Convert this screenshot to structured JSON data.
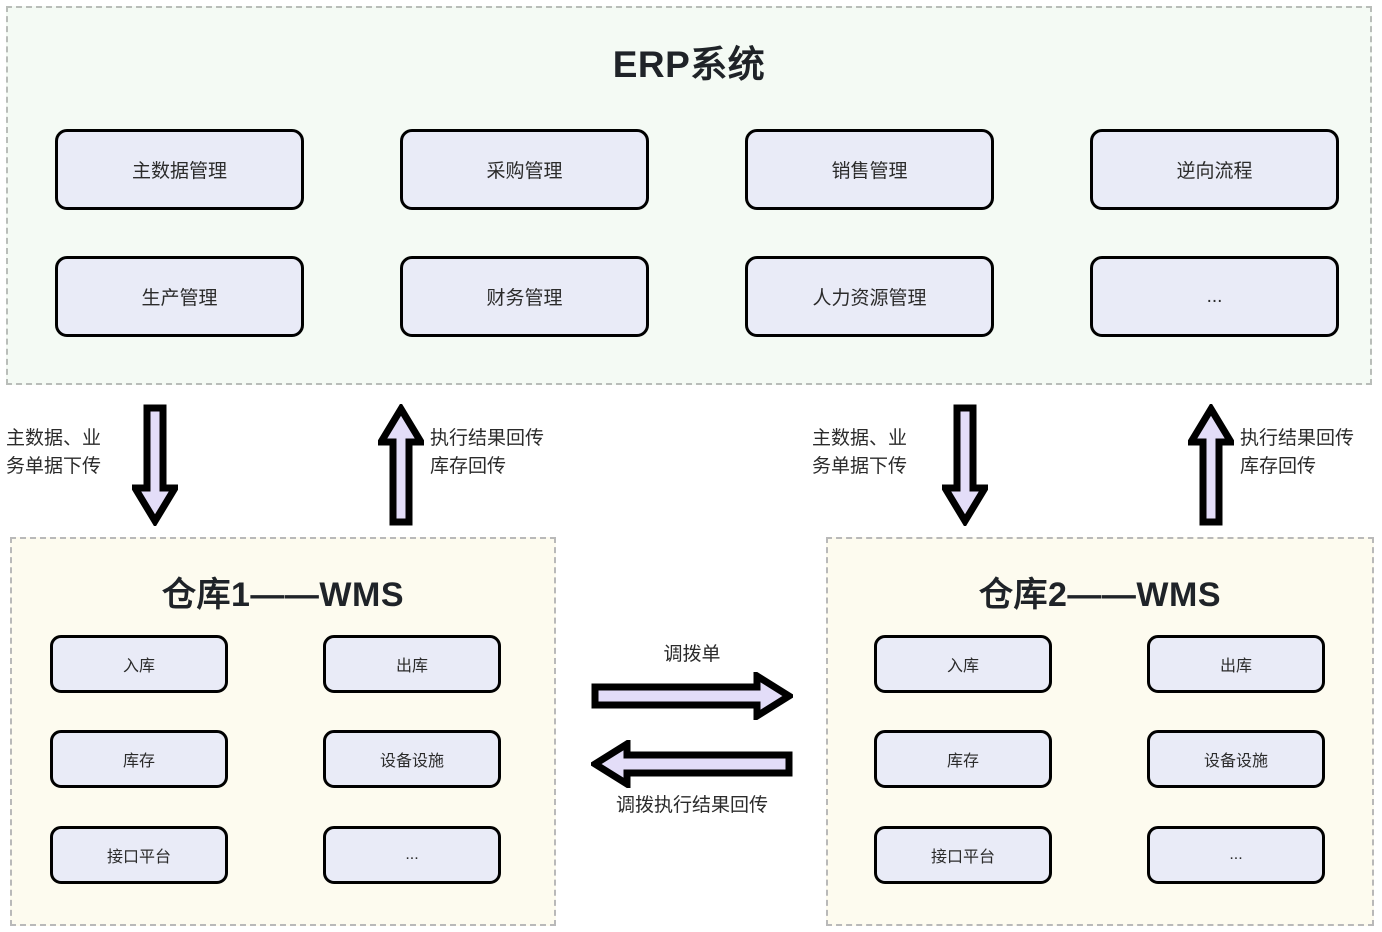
{
  "diagram": {
    "erp": {
      "title": "ERP系统",
      "modules": [
        {
          "label": "主数据管理"
        },
        {
          "label": "采购管理"
        },
        {
          "label": "销售管理"
        },
        {
          "label": "逆向流程"
        },
        {
          "label": "生产管理"
        },
        {
          "label": "财务管理"
        },
        {
          "label": "人力资源管理"
        },
        {
          "label": "..."
        }
      ]
    },
    "flows_erp_to_wms": [
      {
        "down_label": "主数据、业\n务单据下传",
        "up_label": "执行结果回传\n库存回传"
      },
      {
        "down_label": "主数据、业\n务单据下传",
        "up_label": "执行结果回传\n库存回传"
      }
    ],
    "warehouses": [
      {
        "title": "仓库1——WMS",
        "modules": [
          {
            "label": "入库"
          },
          {
            "label": "出库"
          },
          {
            "label": "库存"
          },
          {
            "label": "设备设施"
          },
          {
            "label": "接口平台"
          },
          {
            "label": "..."
          }
        ]
      },
      {
        "title": "仓库2——WMS",
        "modules": [
          {
            "label": "入库"
          },
          {
            "label": "出库"
          },
          {
            "label": "库存"
          },
          {
            "label": "设备设施"
          },
          {
            "label": "接口平台"
          },
          {
            "label": "..."
          }
        ]
      }
    ],
    "transfer": {
      "forward_label": "调拨单",
      "backward_label": "调拨执行结果回传"
    },
    "colors": {
      "erp_panel_bg": "#f4faf4",
      "wms_panel_bg": "#fdfbef",
      "module_box_bg": "#e9ebf7",
      "module_box_border": "#000000",
      "arrow_fill": "#e3ddf8",
      "panel_border": "#b9bdb9",
      "text": "#1f2328"
    }
  }
}
